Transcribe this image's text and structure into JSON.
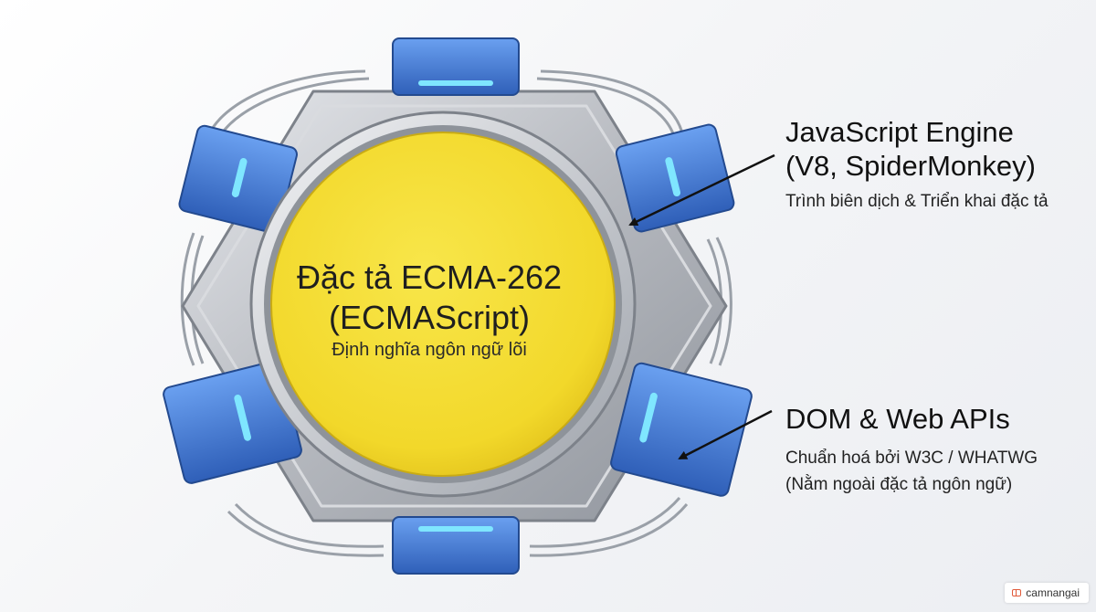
{
  "core": {
    "title_line1": "Đặc tả ECMA-262",
    "title_line2": "(ECMAScript)",
    "subtitle": "Định nghĩa ngôn ngữ lõi"
  },
  "labels": {
    "engine": {
      "title_line1": "JavaScript Engine",
      "title_line2": "(V8, SpiderMonkey)",
      "subtitle": "Trình biên dịch & Triển khai đặc tả"
    },
    "dom": {
      "title": "DOM & Web APIs",
      "subtitle_line1": "Chuẩn hoá bởi W3C / WHATWG",
      "subtitle_line2": "(Nằm ngoài đặc tả ngôn ngữ)"
    }
  },
  "watermark": {
    "text": "camnangai"
  },
  "colors": {
    "core_yellow": "#f4de2e",
    "module_blue": "#3f78d6",
    "frame_silver": "#b9bcc2",
    "glow_cyan": "#7fe6ff"
  }
}
